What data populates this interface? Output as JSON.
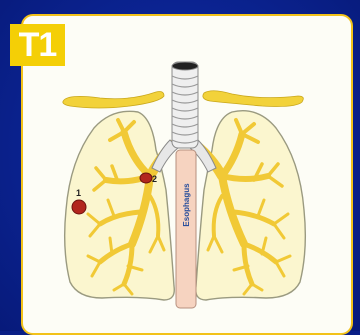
{
  "badge": {
    "label": "T1"
  },
  "colors": {
    "background": "#0b2391",
    "panel": "#fdfdf6",
    "panel_border": "#f2c21a",
    "badge": "#f4cf06",
    "lung_fill": "#fbf6cf",
    "bronchi": "#f2cd3a",
    "esophagus": "#f6d3c0",
    "tumor": "#b2261e"
  },
  "labels": {
    "esophagus": "Esophagus",
    "tumor_1": "1",
    "tumor_2": "2"
  }
}
